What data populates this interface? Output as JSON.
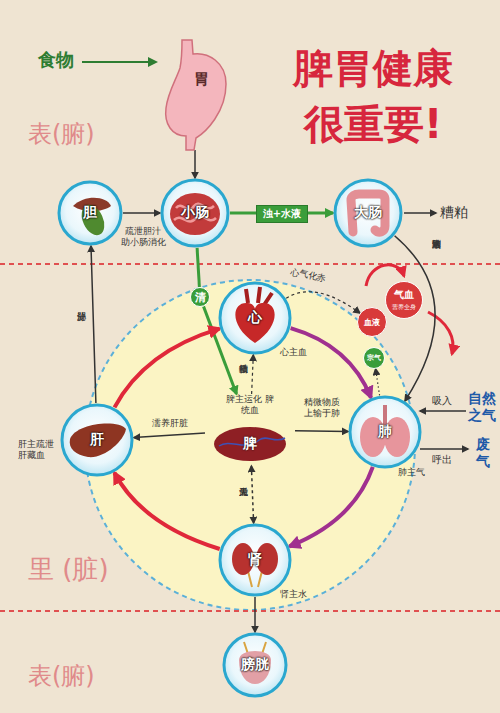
{
  "diagram": {
    "title": "脾胃健康 很重要!",
    "nodes": [
      {
        "text": [
          "胃"
        ]
      },
      {
        "text": [
          "胆"
        ]
      },
      {
        "text": [
          "小肠"
        ]
      },
      {
        "text": [
          "大肠"
        ]
      },
      {
        "text": [
          "清"
        ]
      },
      {
        "text": [
          "心",
          "心主血"
        ]
      },
      {
        "text": [
          "血液"
        ]
      },
      {
        "text": [
          "气血",
          "营养全身"
        ]
      },
      {
        "text": [
          "宗气"
        ]
      },
      {
        "text": [
          "肝",
          "肝主疏泄 肝藏血"
        ]
      },
      {
        "text": [
          "脾主运化 脾统血",
          "脾"
        ]
      },
      {
        "text": [
          "肺",
          "肺主气"
        ]
      },
      {
        "text": [
          "肾",
          "肾主水"
        ]
      },
      {
        "text": [
          "膀胱"
        ]
      }
    ],
    "edges": [
      {
        "from": 0,
        "to": 2,
        "arrow": "to"
      },
      {
        "from": 1,
        "to": 2,
        "label": "疏泄胆汁 助小肠消化",
        "arrow": "to"
      },
      {
        "from": 2,
        "to": 3,
        "label": "浊+水液",
        "arrow": "to"
      },
      {
        "from": 2,
        "to": 4,
        "arrow": "none"
      },
      {
        "from": 4,
        "to": 10,
        "arrow": "to"
      },
      {
        "from": 9,
        "to": 1,
        "label": "分泌胆汁",
        "arrow": "to"
      },
      {
        "from": 3,
        "to": 11,
        "label": "水液输送到肺",
        "arrow": "to"
      },
      {
        "from": 5,
        "to": 6,
        "label": "心气化赤",
        "arrow": "to"
      },
      {
        "from": 10,
        "to": 5,
        "label": "精微物质",
        "arrow": "to"
      },
      {
        "from": 10,
        "to": 11,
        "label": "精微物质 上输于肺",
        "arrow": "to"
      },
      {
        "from": 10,
        "to": 9,
        "label": "濡养肝脏",
        "arrow": "to"
      },
      {
        "from": 10,
        "to": 12,
        "label": "先天滋后天",
        "arrow": "both"
      },
      {
        "from": 9,
        "to": 5,
        "arrow": "to"
      },
      {
        "from": 5,
        "to": 11,
        "arrow": "to"
      },
      {
        "from": 11,
        "to": 12,
        "arrow": "to"
      },
      {
        "from": 12,
        "to": 9,
        "arrow": "to"
      },
      {
        "from": 12,
        "to": 13,
        "arrow": "to"
      },
      {
        "from": 11,
        "to": 8,
        "arrow": "to"
      }
    ],
    "labels": [
      "食物",
      "表(腑)",
      "糟粕",
      "里 (脏)",
      "表(腑)",
      "吸入",
      "自然之气",
      "呼出",
      "废气"
    ]
  }
}
